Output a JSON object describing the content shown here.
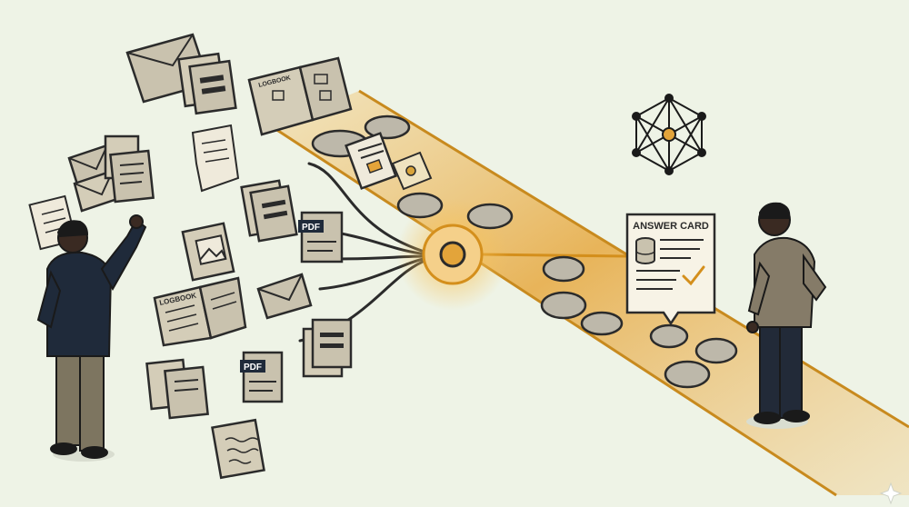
{
  "colors": {
    "background": "#eef3e6",
    "path_gold": "#e0a43a",
    "path_edge": "#c88a1e",
    "ink": "#2b2b2b",
    "paper": "#c9c2ae",
    "paper_light": "#efeadb",
    "stone": "#b9b4a8",
    "person_left_jacket": "#1f2a3a",
    "person_left_pants": "#7d7560",
    "person_right_shirt": "#857b68",
    "person_right_pants": "#222a38",
    "skin": "#3a2a22"
  },
  "labels": {
    "logbook_1": "LOGBOOK",
    "logbook_2": "LOGBOOK",
    "pdf_1": "PDF",
    "pdf_2": "PDF",
    "answer_card": "ANSWER CARD"
  },
  "icons": {
    "network": "network-graph-icon",
    "sparkle": "sparkle-icon"
  }
}
